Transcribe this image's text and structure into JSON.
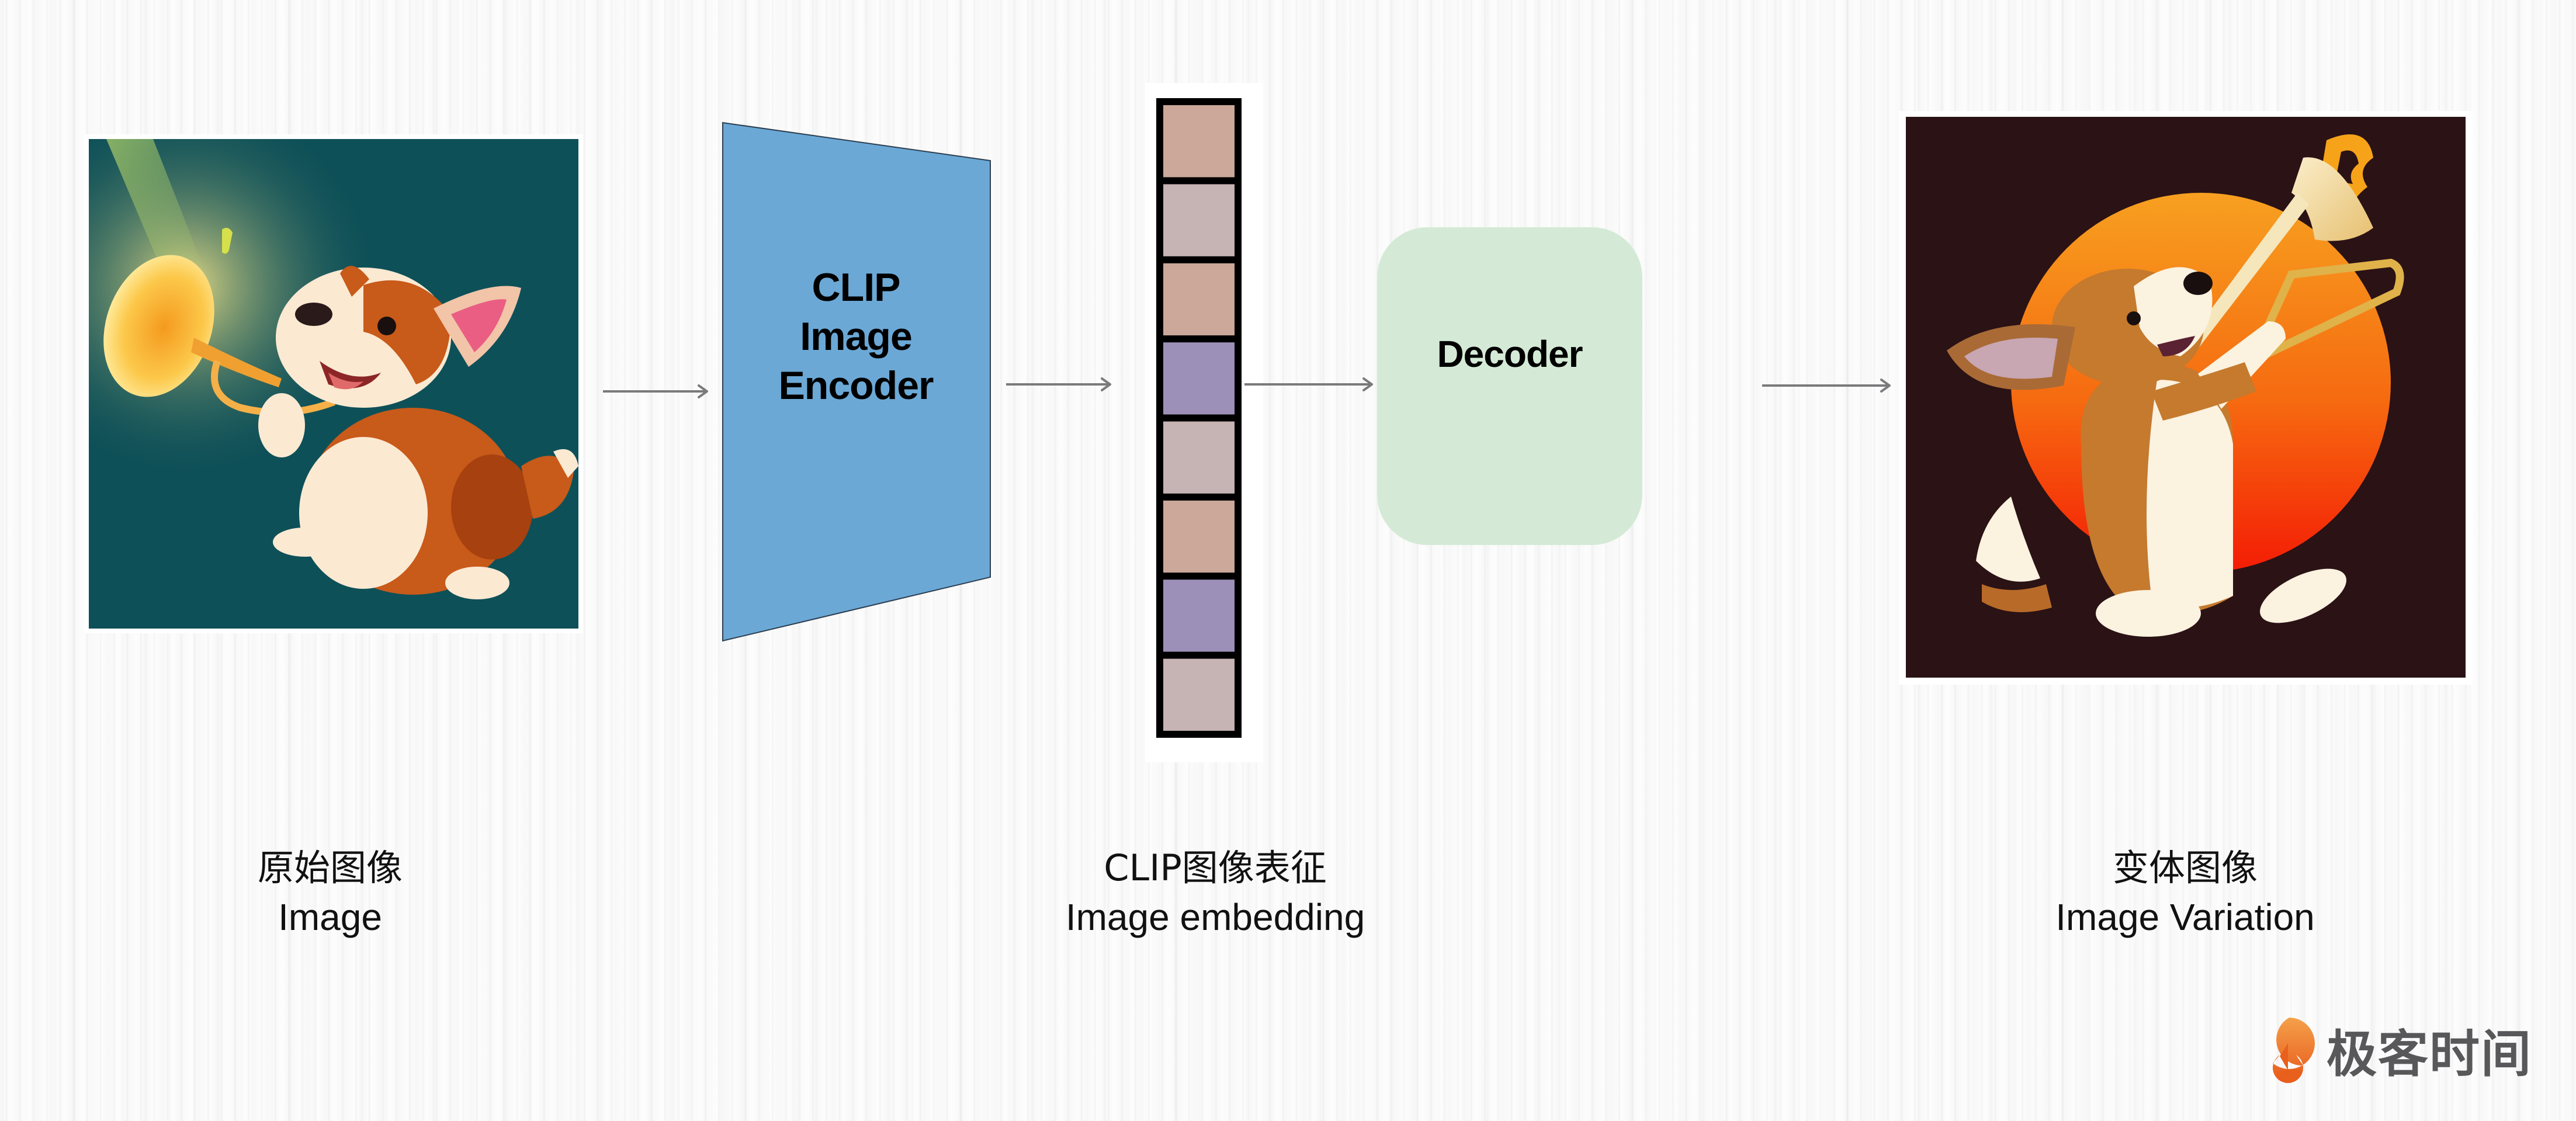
{
  "diagram": {
    "title": "CLIP image variation pipeline",
    "nodes": {
      "source_image": {
        "caption_zh": "原始图像",
        "caption_en": "Image",
        "image_desc": "Corgi playing a glowing trumpet on a teal background",
        "background_color": "#0e5058"
      },
      "encoder": {
        "label_lines": [
          "CLIP",
          "Image",
          "Encoder"
        ],
        "fill_color": "#6ba8d6"
      },
      "embedding": {
        "caption_zh": "CLIP图像表征",
        "caption_en": "Image embedding",
        "cells": [
          {
            "color": "#cba89a"
          },
          {
            "color": "#c6b3b3"
          },
          {
            "color": "#cba89a"
          },
          {
            "color": "#9d90b8"
          },
          {
            "color": "#c6b3b3"
          },
          {
            "color": "#cba89a"
          },
          {
            "color": "#9d90b8"
          },
          {
            "color": "#c6b3b3"
          }
        ]
      },
      "decoder": {
        "label": "Decoder",
        "fill_color": "#d4ead6"
      },
      "variation_image": {
        "caption_zh": "变体图像",
        "caption_en": "Image Variation",
        "image_desc": "Corgi playing a trombone in front of an orange-red sun on a dark background",
        "background_color": "#2a1215"
      }
    },
    "edges": [
      {
        "from": "source_image",
        "to": "encoder"
      },
      {
        "from": "encoder",
        "to": "embedding"
      },
      {
        "from": "embedding",
        "to": "decoder"
      },
      {
        "from": "decoder",
        "to": "variation_image"
      }
    ],
    "arrow_color": "#7a7a7c"
  },
  "logo": {
    "text": "极客时间",
    "icon": "geektime-logo-icon",
    "icon_color": "#ec6a1c",
    "text_color": "#58585a"
  }
}
